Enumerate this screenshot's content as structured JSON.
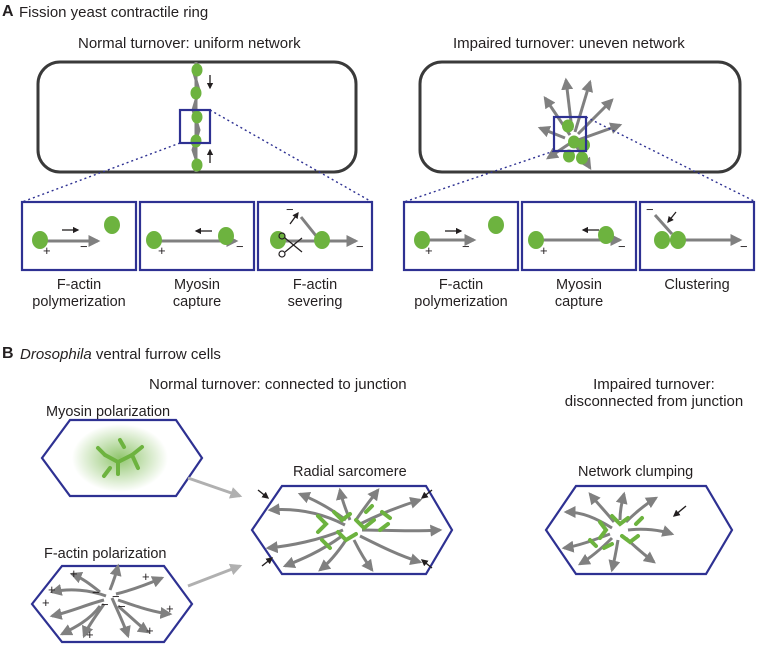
{
  "panelA": {
    "letter": "A",
    "title": "Fission yeast contractile ring",
    "left": {
      "heading": "Normal turnover: uniform network",
      "boxes": [
        {
          "caption_line1": "F-actin",
          "caption_line2": "polymerization"
        },
        {
          "caption_line1": "Myosin",
          "caption_line2": "capture"
        },
        {
          "caption_line1": "F-actin",
          "caption_line2": "severing"
        }
      ]
    },
    "right": {
      "heading": "Impaired turnover: uneven network",
      "boxes": [
        {
          "caption_line1": "F-actin",
          "caption_line2": "polymerization"
        },
        {
          "caption_line1": "Myosin",
          "caption_line2": "capture"
        },
        {
          "caption_line1": "Clustering",
          "caption_line2": ""
        }
      ]
    }
  },
  "panelB": {
    "letter": "B",
    "title_italic": "Drosophila",
    "title_rest": " ventral furrow cells",
    "normal_heading": "Normal turnover: connected to junction",
    "impaired_heading_line1": "Impaired turnover:",
    "impaired_heading_line2": "disconnected from junction",
    "labels": {
      "myosin_polarization": "Myosin polarization",
      "factin_polarization": "F-actin polarization",
      "radial_sarcomere": "Radial sarcomere",
      "network_clumping": "Network clumping"
    }
  },
  "symbols": {
    "plus": "+",
    "minus": "−"
  },
  "colors": {
    "myosin": "#6db33f",
    "actin": "#808080",
    "box": "#2e3192",
    "cell": "#3a3a3a"
  }
}
